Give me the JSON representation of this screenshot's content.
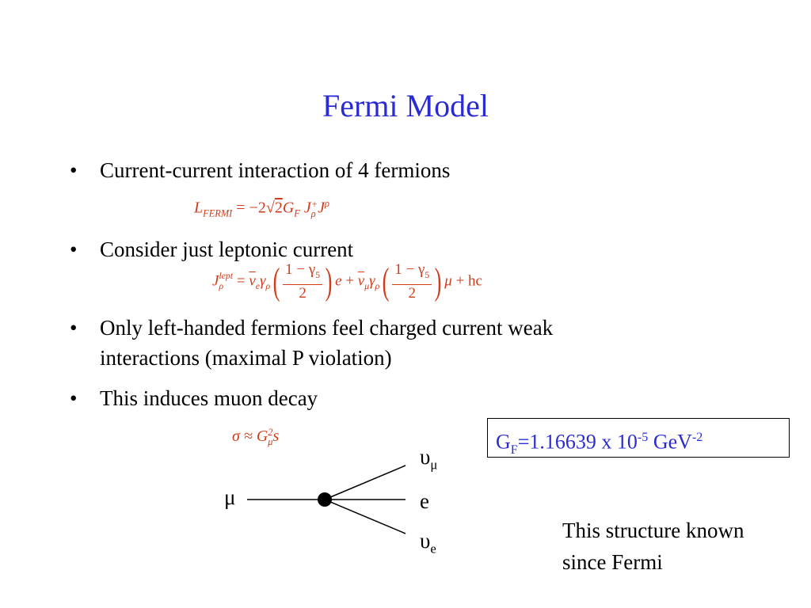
{
  "title": "Fermi Model",
  "colors": {
    "title": "#2b2bd4",
    "equation": "#d23b1a",
    "text": "#000000",
    "box_text": "#2b2bd4"
  },
  "bullets": [
    {
      "marker": "•",
      "text": "Current-current interaction of 4 fermions"
    },
    {
      "marker": "•",
      "text": "Consider just leptonic current"
    },
    {
      "marker": "•",
      "line1": "Only left-handed fermions feel charged current weak",
      "line2": "interactions (maximal P violation)"
    },
    {
      "marker": "•",
      "text": "This induces muon decay"
    }
  ],
  "equations": {
    "fermi_lagrangian": {
      "L": "L",
      "L_sub": "FERMI",
      "eq": "= −2",
      "sqrt2": "2",
      "G": "G",
      "G_sub": "F",
      "J": "J",
      "J_sup": "+",
      "J_sub": "ρ",
      "J2": "J",
      "J2_sup": "ρ"
    },
    "lepton_current": {
      "J": "J",
      "J_sup": "lept",
      "J_sub": "ρ",
      "eq": "=",
      "nu": "ν",
      "nu_sub": "e",
      "gamma": "γ",
      "gamma_sub": "ρ",
      "num": "1 − γ",
      "num_sub": "5",
      "den": "2",
      "e": "e",
      "plus": "+",
      "nu2": "ν",
      "nu2_sub": "μ",
      "gamma2": "γ",
      "gamma2_sub": "ρ",
      "num2": "1 − γ",
      "num2_sub": "5",
      "den2": "2",
      "mu": "μ",
      "tail": "+ hc"
    },
    "cross_section": {
      "sigma": "σ ≈ G",
      "sup": "2",
      "sub": "μ",
      "s": "s"
    }
  },
  "gf_box": {
    "g": "G",
    "g_sub": "F",
    "value": "=1.16639 x 10",
    "exp1": "-5",
    "unit": " GeV",
    "exp2": "-2"
  },
  "diagram": {
    "incoming": "μ",
    "out_numu": "υ",
    "out_numu_sub": "μ",
    "out_e": "e",
    "out_nue": "υ",
    "out_nue_sub": "e"
  },
  "note": {
    "line1": "This structure known",
    "line2": "since Fermi"
  }
}
